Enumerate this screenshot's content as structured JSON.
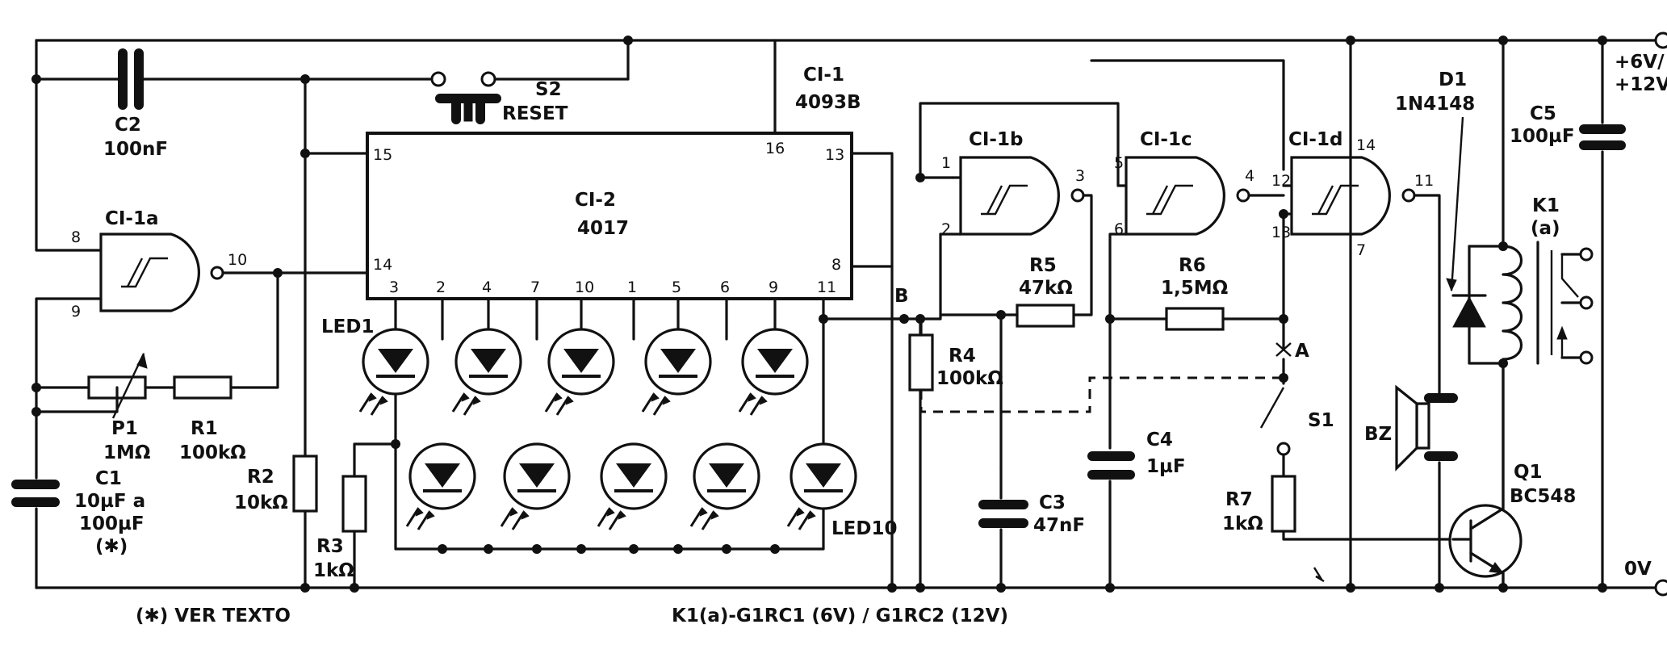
{
  "labels": {
    "ci1": "CI-1",
    "ci1_part": "4093B",
    "ci2": "CI-2",
    "ci2_part": "4017",
    "ci1a": "CI-1a",
    "ci1b": "CI-1b",
    "ci1c": "CI-1c",
    "ci1d": "CI-1d",
    "c1_name": "C1",
    "c1_val1": "10µF a",
    "c1_val2": "100µF",
    "c1_note": "(✱)",
    "c2_name": "C2",
    "c2_val": "100nF",
    "c3_name": "C3",
    "c3_val": "47nF",
    "c4_name": "C4",
    "c4_val": "1µF",
    "c5_name": "C5",
    "c5_val": "100µF",
    "r1_name": "R1",
    "r1_val": "100kΩ",
    "r2_name": "R2",
    "r2_val": "10kΩ",
    "r3_name": "R3",
    "r3_val": "1kΩ",
    "r4_name": "R4",
    "r4_val": "100kΩ",
    "r5_name": "R5",
    "r5_val": "47kΩ",
    "r6_name": "R6",
    "r6_val": "1,5MΩ",
    "r7_name": "R7",
    "r7_val": "1kΩ",
    "p1_name": "P1",
    "p1_val": "1MΩ",
    "s1": "S1",
    "s2": "S2",
    "reset": "RESET",
    "d1": "D1",
    "d1_part": "1N4148",
    "k1": "K1",
    "k1a": "(a)",
    "q1": "Q1",
    "q1_part": "BC548",
    "bz": "BZ",
    "led1": "LED1",
    "led10": "LED10",
    "pointA": "A",
    "pointB": "B",
    "vplus1": "+6V/",
    "vplus2": "+12V",
    "ov": "0V",
    "note_left": "(✱) VER TEXTO",
    "note_relay": "K1(a)-G1RC1 (6V) / G1RC2 (12V)"
  },
  "pins": {
    "ci2_15": "15",
    "ci2_16": "16",
    "ci2_13": "13",
    "ci2_14": "14",
    "ci2_8": "8",
    "q_pins": [
      "3",
      "2",
      "4",
      "7",
      "10",
      "1",
      "5",
      "6",
      "9",
      "11"
    ],
    "ci1a_in1": "8",
    "ci1a_in2": "9",
    "ci1a_out": "10",
    "ci1b_in1": "1",
    "ci1b_in2": "2",
    "ci1b_out": "3",
    "ci1c_in1": "5",
    "ci1c_in2": "6",
    "ci1c_out": "4",
    "ci1d_in1": "12",
    "ci1d_in2": "13",
    "ci1d_out": "11",
    "ci1d_vdd": "14",
    "ci1d_vss": "7"
  }
}
